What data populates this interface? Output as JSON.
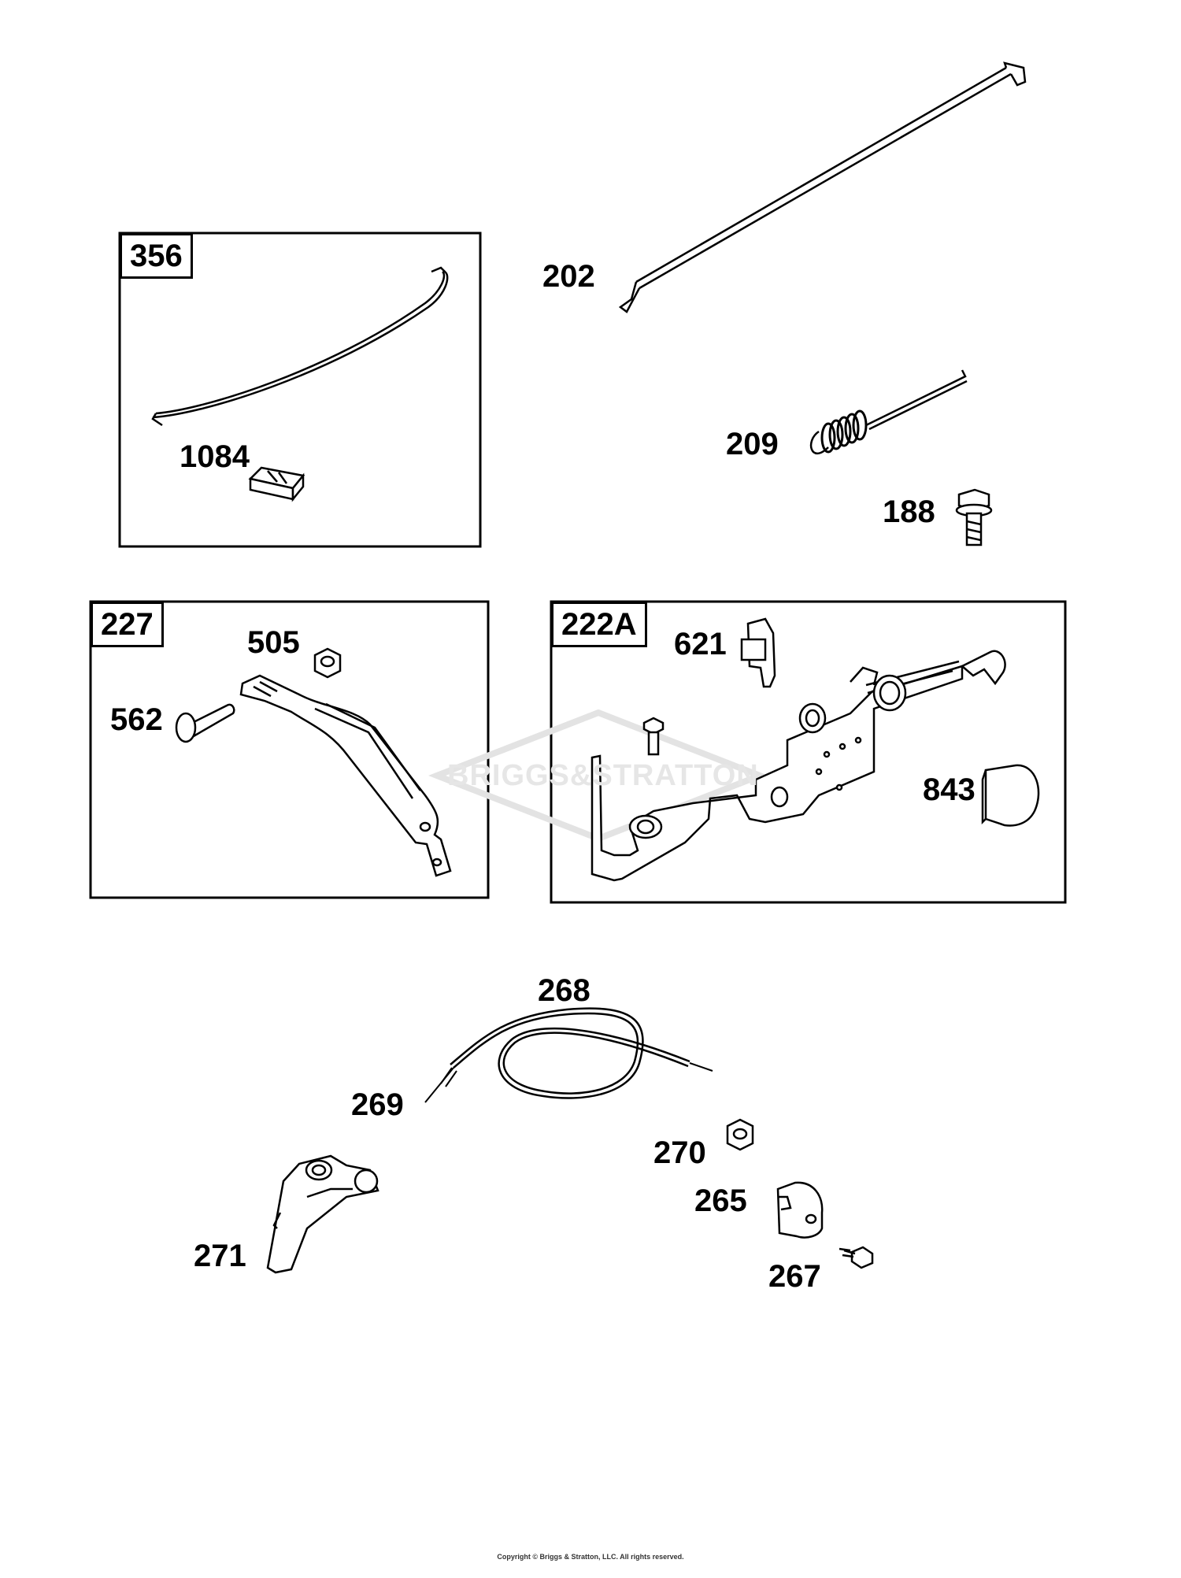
{
  "diagram": {
    "kit_boxes": [
      {
        "id": "356"
      },
      {
        "id": "227"
      },
      {
        "id": "222A"
      }
    ],
    "callouts": [
      "1084",
      "202",
      "209",
      "188",
      "505",
      "562",
      "621",
      "843",
      "268",
      "269",
      "270",
      "265",
      "267",
      "271"
    ],
    "watermark": "BRIGGS&STRATTON",
    "copyright": "Copyright © Briggs & Stratton, LLC. All rights reserved."
  }
}
